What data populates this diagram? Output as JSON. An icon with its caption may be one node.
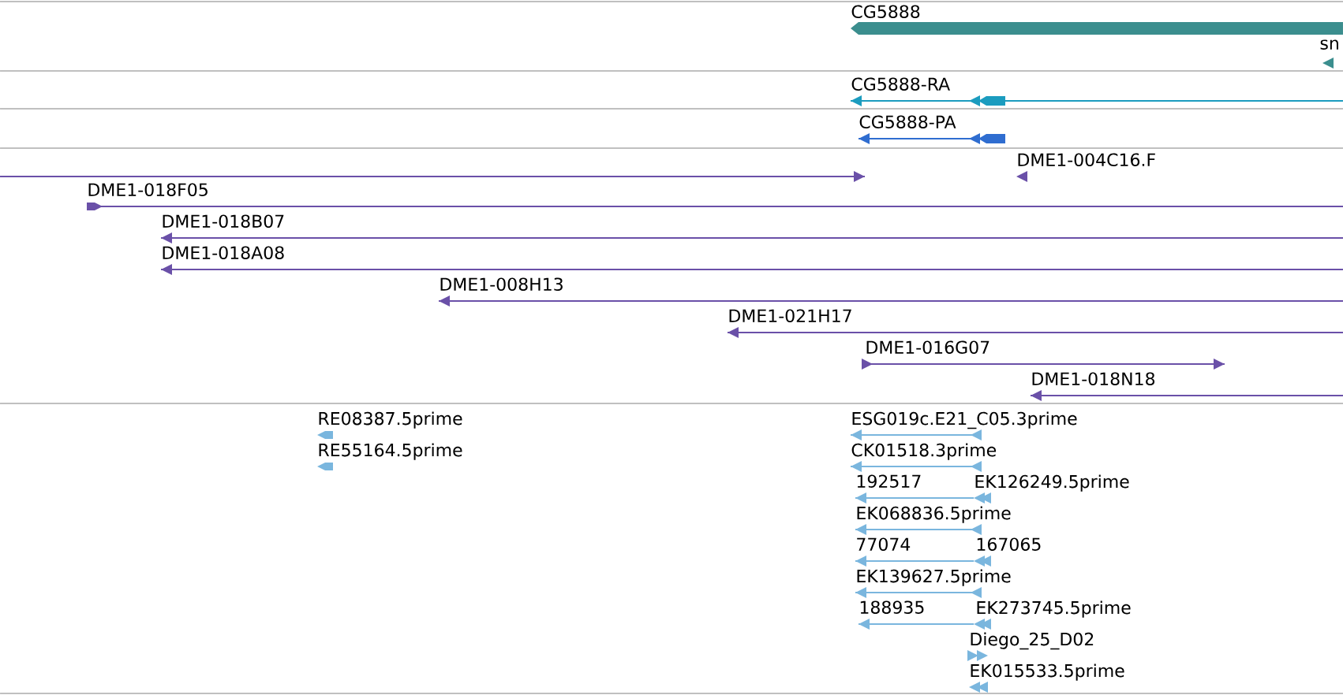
{
  "diagram": {
    "nodes": [
      {
        "text": [
          "CG5888"
        ]
      },
      {
        "text": [
          "sn"
        ]
      },
      {
        "text": [
          "CG5888-RA"
        ]
      },
      {
        "text": [
          "CG5888-PA"
        ]
      },
      {
        "text": [],
        "shape": "bar"
      },
      {
        "text": [
          "DME1-004C16.F"
        ]
      },
      {
        "text": [
          "DME1-018F05"
        ]
      },
      {
        "text": [
          "DME1-018B07"
        ]
      },
      {
        "text": [
          "DME1-018A08"
        ]
      },
      {
        "text": [
          "DME1-008H13"
        ]
      },
      {
        "text": [
          "DME1-021H17"
        ]
      },
      {
        "text": [
          "DME1-016G07"
        ]
      },
      {
        "text": [
          "DME1-018N18"
        ]
      },
      {
        "text": [
          "RE08387.5prime"
        ]
      },
      {
        "text": [
          "RE55164.5prime"
        ]
      },
      {
        "text": [
          "ESG019c.E21_C05.3prime"
        ]
      },
      {
        "text": [
          "CK01518.3prime"
        ]
      },
      {
        "text": [
          "192517"
        ]
      },
      {
        "text": [
          "EK126249.5prime"
        ]
      },
      {
        "text": [
          "EK068836.5prime"
        ]
      },
      {
        "text": [
          "77074"
        ]
      },
      {
        "text": [
          "167065"
        ]
      },
      {
        "text": [
          "EK139627.5prime"
        ]
      },
      {
        "text": [
          "188935"
        ]
      },
      {
        "text": [
          "EK273745.5prime"
        ]
      },
      {
        "text": [
          "Diego_25_D02"
        ]
      },
      {
        "text": [
          "EK015533.5prime"
        ]
      }
    ]
  }
}
